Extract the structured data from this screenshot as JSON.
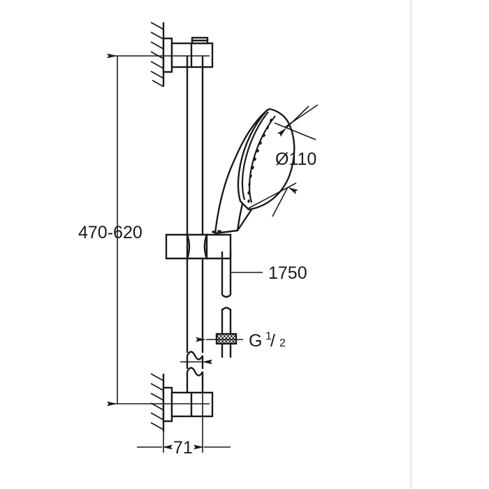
{
  "drawing": {
    "title": "shower-rail-set-technical-drawing",
    "background_color": "#ffffff",
    "line_color": "#1a1a1a",
    "divider_color": "#d9d9d9"
  },
  "dimensions": {
    "rail_height": "470-620",
    "head_diameter": "Ø110",
    "hose_length": "1750",
    "thread_g": "G",
    "thread_num": "1",
    "thread_slash": "/",
    "thread_den": "2",
    "wall_offset": "71"
  },
  "parts": {
    "upper_bracket": "upper-wall-bracket",
    "lower_bracket": "lower-wall-bracket",
    "rail": "shower-rail",
    "slider_holder": "slider-holder",
    "hand_shower": "hand-shower",
    "shower_head": "shower-head-spray-face",
    "hose": "shower-hose",
    "connector": "g-half-connector-nut"
  }
}
